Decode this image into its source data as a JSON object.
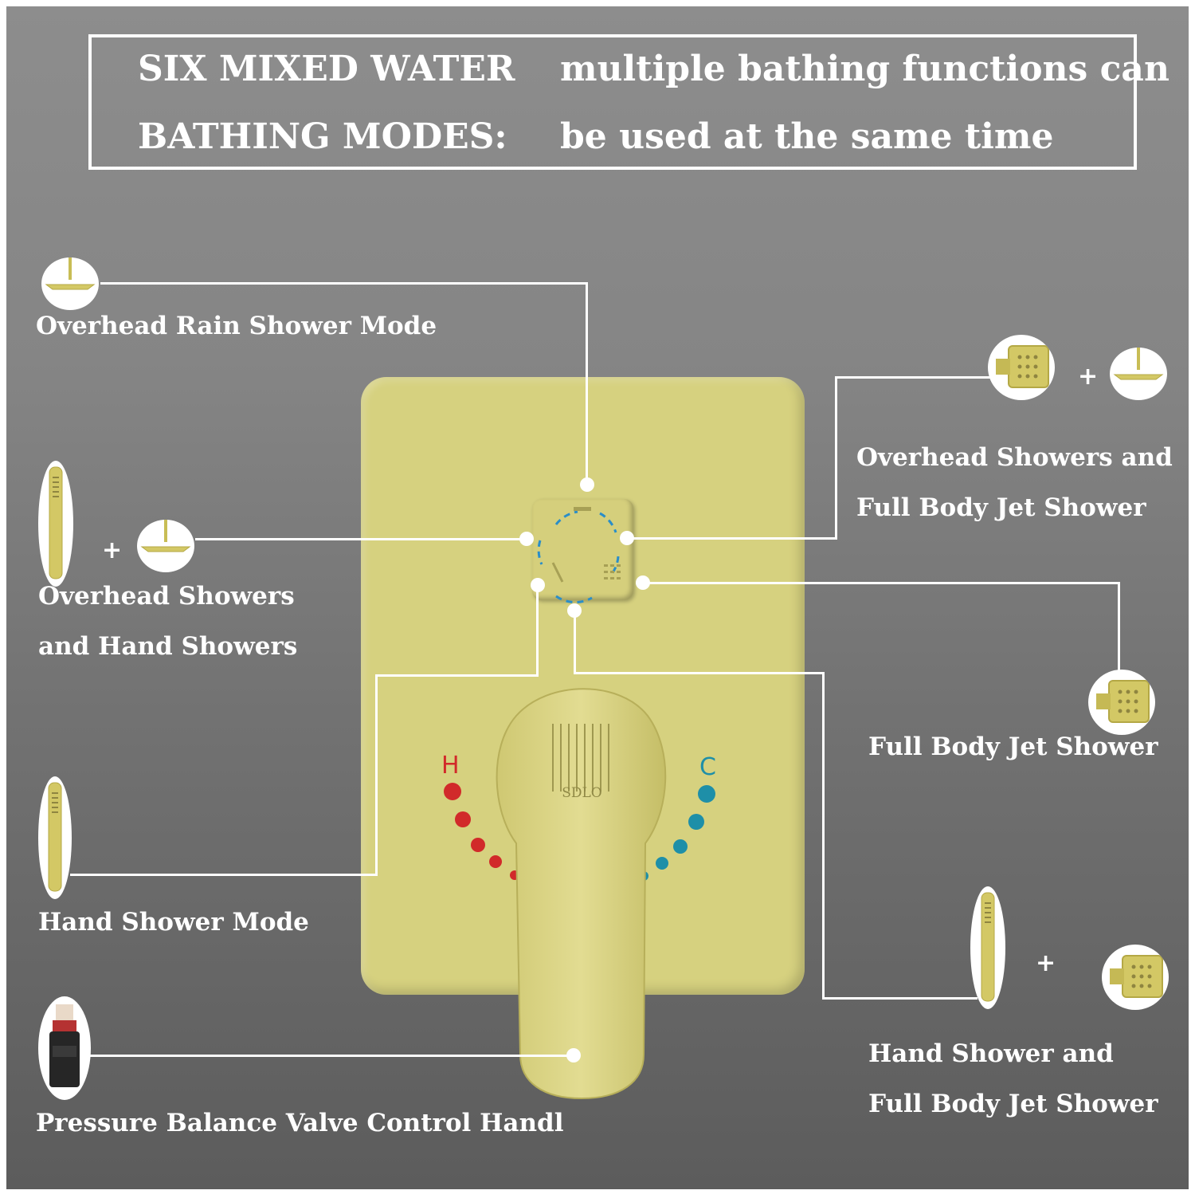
{
  "header": {
    "left_line1": "SIX MIXED WATER",
    "left_line2": "BATHING MODES:",
    "right_line1": "multiple bathing functions can",
    "right_line2": "be used at the same time"
  },
  "modes": {
    "overhead_rain": "Overhead Rain Shower Mode",
    "overhead_hand_line1": "Overhead Showers",
    "overhead_hand_line2": "and Hand Showers",
    "hand": "Hand Shower Mode",
    "pressure_valve": "Pressure Balance Valve Control Handl",
    "overhead_jet_line1": "Overhead Showers and",
    "overhead_jet_line2": "Full Body Jet Shower",
    "jet": "Full Body Jet Shower",
    "hand_jet_line1": "Hand Shower and",
    "hand_jet_line2": "Full Body Jet Shower"
  },
  "plus_sign": "+",
  "valve": {
    "hot_label": "H",
    "cold_label": "C",
    "brand": "SDLO",
    "hot_color": "#d12a2a",
    "cold_color": "#1e8fa8",
    "finish_color": "#d6d17f"
  }
}
